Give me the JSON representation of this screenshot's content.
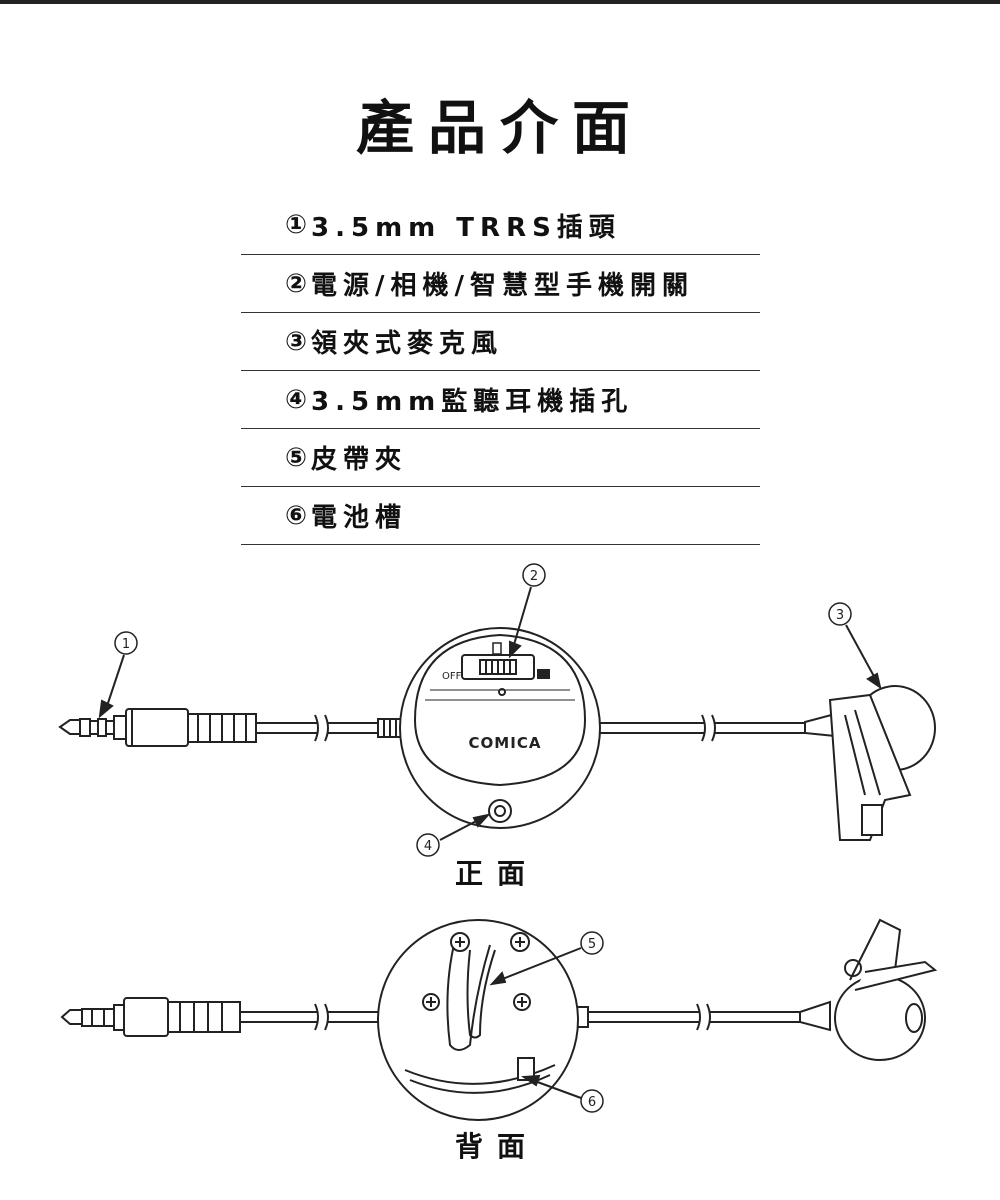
{
  "page": {
    "title": "產品介面",
    "specs": [
      {
        "num": "①",
        "text": "3.5mm TRRS插頭"
      },
      {
        "num": "②",
        "text": "電源/相機/智慧型手機開關"
      },
      {
        "num": "③",
        "text": "領夾式麥克風"
      },
      {
        "num": "④",
        "text": "3.5mm監聽耳機插孔"
      },
      {
        "num": "⑤",
        "text": "皮帶夾"
      },
      {
        "num": "⑥",
        "text": "電池槽"
      }
    ],
    "front_label": "正面",
    "back_label": "背面"
  },
  "diagram": {
    "brand": "COMICA",
    "switch_off_label": "OFF",
    "callouts": [
      "1",
      "2",
      "3",
      "4",
      "5",
      "6"
    ]
  }
}
